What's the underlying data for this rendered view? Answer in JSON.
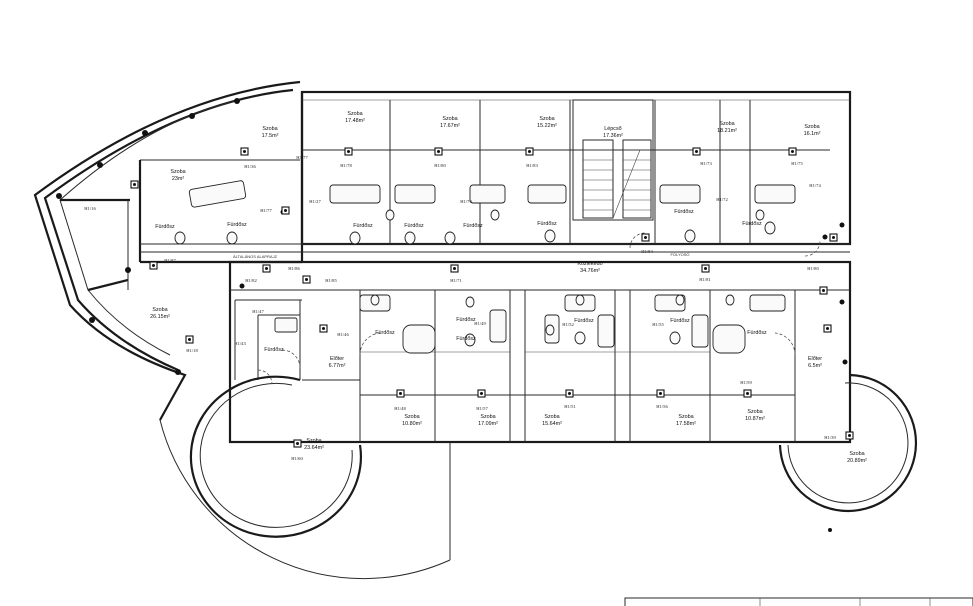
{
  "rooms": [
    {
      "id": "szoba-tl",
      "name": "Szoba",
      "area": "17.5m²"
    },
    {
      "id": "szoba-c1",
      "name": "Szoba",
      "area": "17.48m²"
    },
    {
      "id": "szoba-c2",
      "name": "Szoba",
      "area": "17.67m²"
    },
    {
      "id": "szoba-c3",
      "name": "Szoba",
      "area": "15.22m²"
    },
    {
      "id": "lepcso",
      "name": "Lépcső",
      "area": "17.36m²"
    },
    {
      "id": "szoba-c4",
      "name": "Szoba",
      "area": "18.21m²"
    },
    {
      "id": "szoba-c5",
      "name": "Szoba",
      "area": "16.1m²"
    },
    {
      "id": "szoba-wing",
      "name": "Szoba",
      "area": "23m²"
    },
    {
      "id": "szoba-left",
      "name": "Szoba",
      "area": "26.15m²"
    },
    {
      "id": "kozlekedo",
      "name": "Közlekedő",
      "area": "34.76m²"
    },
    {
      "id": "eloter-l",
      "name": "Előter",
      "area": "6.77m²"
    },
    {
      "id": "eloter-r",
      "name": "Előter",
      "area": "6.5m²"
    },
    {
      "id": "szoba-b1",
      "name": "Szoba",
      "area": "10.80m²"
    },
    {
      "id": "szoba-b2",
      "name": "Szoba",
      "area": "17.09m²"
    },
    {
      "id": "szoba-b3",
      "name": "Szoba",
      "area": "15.64m²"
    },
    {
      "id": "szoba-b4",
      "name": "Szoba",
      "area": "17.58m²"
    },
    {
      "id": "szoba-b5",
      "name": "Szoba",
      "area": "10.87m²"
    },
    {
      "id": "szoba-round-l",
      "name": "Szoba",
      "area": "23.64m²"
    },
    {
      "id": "szoba-round-r",
      "name": "Szoba",
      "area": "20.89m²"
    }
  ],
  "bathrooms": [
    {
      "id": "f1",
      "name": "Fürdősz"
    },
    {
      "id": "f2",
      "name": "Fürdősz"
    },
    {
      "id": "f3",
      "name": "Fürdősz"
    },
    {
      "id": "f4",
      "name": "Fürdősz"
    },
    {
      "id": "f5",
      "name": "Fürdősz"
    },
    {
      "id": "f6",
      "name": "Fürdősz"
    },
    {
      "id": "f7",
      "name": "Fürdősz"
    },
    {
      "id": "f8",
      "name": "Fürdősz"
    },
    {
      "id": "f9",
      "name": "Fürdősz"
    },
    {
      "id": "f10",
      "name": "Fürdősz"
    },
    {
      "id": "f11",
      "name": "Fürdősz"
    },
    {
      "id": "f12",
      "name": "Fürdősz"
    },
    {
      "id": "f13",
      "name": "Fürdősz"
    },
    {
      "id": "f14",
      "name": "Fürdősz"
    },
    {
      "id": "f15",
      "name": "Fürdősz"
    }
  ],
  "codes": [
    "H1/36",
    "H1/77",
    "H1/78",
    "H1/80",
    "H1/79",
    "H1/83",
    "H1/73",
    "H1/75",
    "H1/74",
    "H1/16",
    "H1/27",
    "H1/77",
    "H1/72",
    "H1/84",
    "H1/80",
    "H1/81",
    "H1/87",
    "H1/86",
    "H1/85",
    "H1/71",
    "H1/82",
    "H1/46",
    "H1/49",
    "H1/47",
    "H1/52",
    "H1/55",
    "H1/18",
    "H1/43",
    "H1/48",
    "H1/57",
    "H1/51",
    "H1/56",
    "H1/59",
    "H1/39",
    "H1/60"
  ],
  "notes": {
    "corridor_note": "ÁLTALÁNOS ALAPRAJZ",
    "corridor_note_right": "FOLYOSÓ"
  }
}
